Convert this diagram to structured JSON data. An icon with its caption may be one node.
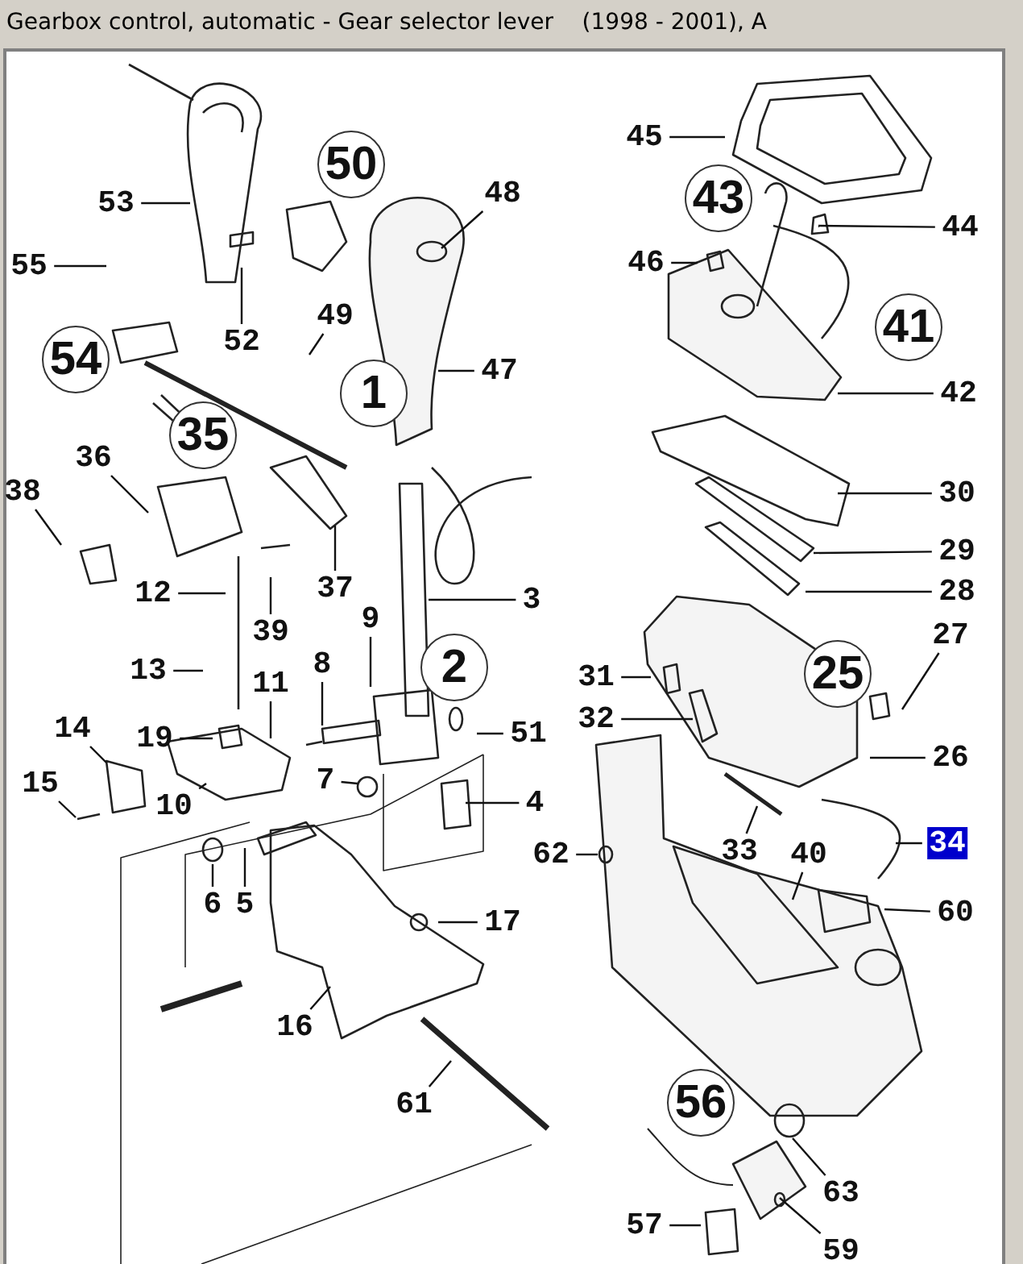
{
  "diagram": {
    "title": "Gearbox control, automatic - Gear selector lever    (1998 - 2001), A",
    "nodes": [
      {
        "text": [
          "45"
        ]
      },
      {
        "text": [
          "50"
        ]
      },
      {
        "text": [
          "53"
        ]
      },
      {
        "text": [
          "48"
        ]
      },
      {
        "text": [
          "43"
        ]
      },
      {
        "text": [
          "44"
        ]
      },
      {
        "text": [
          "55"
        ]
      },
      {
        "text": [
          "46"
        ]
      },
      {
        "text": [
          "52"
        ]
      },
      {
        "text": [
          "49"
        ]
      },
      {
        "text": [
          "41"
        ]
      },
      {
        "text": [
          "54"
        ]
      },
      {
        "text": [
          "1"
        ]
      },
      {
        "text": [
          "47"
        ]
      },
      {
        "text": [
          "42"
        ]
      },
      {
        "text": [
          "35"
        ]
      },
      {
        "text": [
          "36"
        ]
      },
      {
        "text": [
          "38"
        ]
      },
      {
        "text": [
          "30"
        ]
      },
      {
        "text": [
          "37"
        ]
      },
      {
        "text": [
          "29"
        ]
      },
      {
        "text": [
          "12"
        ]
      },
      {
        "text": [
          "39"
        ]
      },
      {
        "text": [
          "28"
        ]
      },
      {
        "text": [
          "3"
        ]
      },
      {
        "text": [
          "9"
        ]
      },
      {
        "text": [
          "25"
        ]
      },
      {
        "text": [
          "13"
        ]
      },
      {
        "text": [
          "27"
        ]
      },
      {
        "text": [
          "2"
        ]
      },
      {
        "text": [
          "8"
        ]
      },
      {
        "text": [
          "31"
        ]
      },
      {
        "text": [
          "11"
        ]
      },
      {
        "text": [
          "19"
        ]
      },
      {
        "text": [
          "32"
        ]
      },
      {
        "text": [
          "51"
        ]
      },
      {
        "text": [
          "14"
        ]
      },
      {
        "text": [
          "26"
        ]
      },
      {
        "text": [
          "15"
        ]
      },
      {
        "text": [
          "7"
        ]
      },
      {
        "text": [
          "10"
        ]
      },
      {
        "text": [
          "4"
        ]
      },
      {
        "text": [
          "34"
        ]
      },
      {
        "text": [
          "33"
        ]
      },
      {
        "text": [
          "40"
        ]
      },
      {
        "text": [
          "62"
        ]
      },
      {
        "text": [
          "6"
        ]
      },
      {
        "text": [
          "5"
        ]
      },
      {
        "text": [
          "60"
        ]
      },
      {
        "text": [
          "17"
        ]
      },
      {
        "text": [
          "16"
        ]
      },
      {
        "text": [
          "61"
        ]
      },
      {
        "text": [
          "56"
        ]
      },
      {
        "text": [
          "63"
        ]
      },
      {
        "text": [
          "57"
        ]
      },
      {
        "text": [
          "59"
        ]
      }
    ],
    "edges": [
      {
        "from": 0,
        "to": null,
        "arrow": "none"
      },
      {
        "from": 2,
        "to": null,
        "arrow": "none"
      },
      {
        "from": 3,
        "to": null,
        "arrow": "none"
      },
      {
        "from": 5,
        "to": null,
        "arrow": "none"
      },
      {
        "from": 6,
        "to": null,
        "arrow": "none"
      },
      {
        "from": 7,
        "to": null,
        "arrow": "none"
      },
      {
        "from": 8,
        "to": null,
        "arrow": "none"
      },
      {
        "from": 9,
        "to": null,
        "arrow": "none"
      },
      {
        "from": 13,
        "to": null,
        "arrow": "none"
      },
      {
        "from": 14,
        "to": null,
        "arrow": "none"
      },
      {
        "from": 16,
        "to": null,
        "arrow": "none"
      },
      {
        "from": 17,
        "to": null,
        "arrow": "none"
      },
      {
        "from": 18,
        "to": null,
        "arrow": "none"
      },
      {
        "from": 19,
        "to": null,
        "arrow": "none"
      },
      {
        "from": 20,
        "to": null,
        "arrow": "none"
      },
      {
        "from": 21,
        "to": null,
        "arrow": "none"
      },
      {
        "from": 22,
        "to": null,
        "arrow": "none"
      },
      {
        "from": 23,
        "to": null,
        "arrow": "none"
      },
      {
        "from": 24,
        "to": null,
        "arrow": "none"
      },
      {
        "from": 25,
        "to": null,
        "arrow": "none"
      },
      {
        "from": 27,
        "to": null,
        "arrow": "none"
      },
      {
        "from": 28,
        "to": null,
        "arrow": "none"
      },
      {
        "from": 30,
        "to": null,
        "arrow": "none"
      },
      {
        "from": 31,
        "to": null,
        "arrow": "none"
      },
      {
        "from": 32,
        "to": null,
        "arrow": "none"
      },
      {
        "from": 33,
        "to": null,
        "arrow": "none"
      },
      {
        "from": 34,
        "to": null,
        "arrow": "none"
      },
      {
        "from": 35,
        "to": null,
        "arrow": "none"
      },
      {
        "from": 36,
        "to": null,
        "arrow": "none"
      },
      {
        "from": 37,
        "to": null,
        "arrow": "none"
      },
      {
        "from": 38,
        "to": null,
        "arrow": "none"
      },
      {
        "from": 39,
        "to": null,
        "arrow": "none"
      },
      {
        "from": 40,
        "to": null,
        "arrow": "none"
      },
      {
        "from": 41,
        "to": null,
        "arrow": "none"
      },
      {
        "from": 42,
        "to": null,
        "arrow": "none"
      },
      {
        "from": 43,
        "to": null,
        "arrow": "none"
      },
      {
        "from": 44,
        "to": null,
        "arrow": "none"
      },
      {
        "from": 45,
        "to": null,
        "arrow": "none"
      },
      {
        "from": 46,
        "to": null,
        "arrow": "none"
      },
      {
        "from": 47,
        "to": null,
        "arrow": "none"
      },
      {
        "from": 48,
        "to": null,
        "arrow": "none"
      },
      {
        "from": 49,
        "to": null,
        "arrow": "none"
      },
      {
        "from": 50,
        "to": null,
        "arrow": "none"
      },
      {
        "from": 51,
        "to": null,
        "arrow": "none"
      },
      {
        "from": 53,
        "to": null,
        "arrow": "none"
      },
      {
        "from": 54,
        "to": null,
        "arrow": "none"
      },
      {
        "from": 55,
        "to": null,
        "arrow": "none"
      }
    ]
  }
}
